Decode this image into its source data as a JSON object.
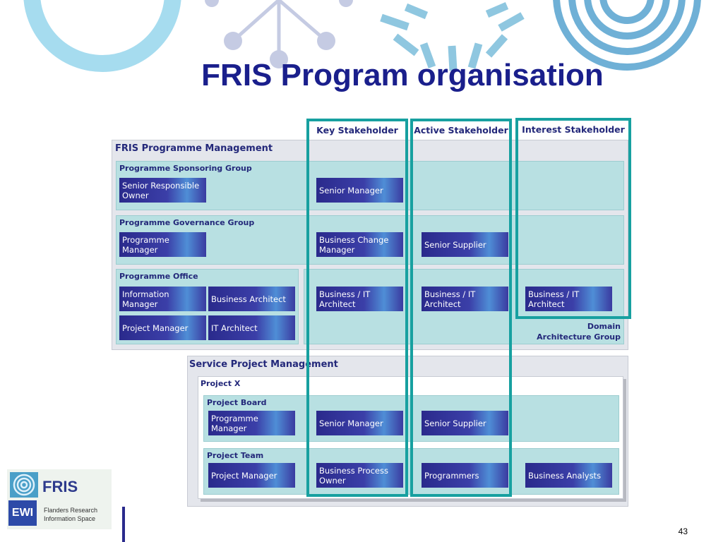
{
  "title": "FRIS Program organisation",
  "stakeholders": {
    "key": "Key Stakeholder",
    "active": "Active Stakeholder",
    "interest": "Interest Stakeholder"
  },
  "programme": {
    "title": "FRIS Programme Management",
    "sponsoring": {
      "title": "Programme Sponsoring Group",
      "roles": [
        "Senior Responsible Owner",
        "Senior Manager"
      ]
    },
    "governance": {
      "title": "Programme Governance Group",
      "roles": [
        "Programme Manager",
        "Business Change Manager",
        "Senior Supplier"
      ]
    },
    "office": {
      "title": "Programme Office",
      "roles": [
        "Information Manager",
        "Business Architect",
        "Project Manager",
        "IT Architect"
      ]
    },
    "domain_roles": [
      "Business / IT Architect",
      "Business / IT Architect",
      "Business / IT Architect"
    ],
    "domain_label_line1": "Domain",
    "domain_label_line2": "Architecture Group"
  },
  "service": {
    "title": "Service Project Management",
    "project_title": "Project X",
    "board": {
      "title": "Project Board",
      "roles": [
        "Programme Manager",
        "Senior Manager",
        "Senior Supplier"
      ]
    },
    "team": {
      "title": "Project Team",
      "roles": [
        "Project Manager",
        "Business Process Owner",
        "Programmers",
        "Business Analysts"
      ]
    }
  },
  "logo": {
    "name": "FRIS",
    "mark": "EWI",
    "subtitle_line1": "Flanders Research",
    "subtitle_line2": "Information Space"
  },
  "page_number": "43",
  "colors": {
    "title": "#1a1f8c",
    "stakeholder_frame": "#17a0a0",
    "group_fill": "#b8e0e2",
    "panel_fill": "#e4e6ec",
    "role_fill": "#2a2a8c"
  }
}
